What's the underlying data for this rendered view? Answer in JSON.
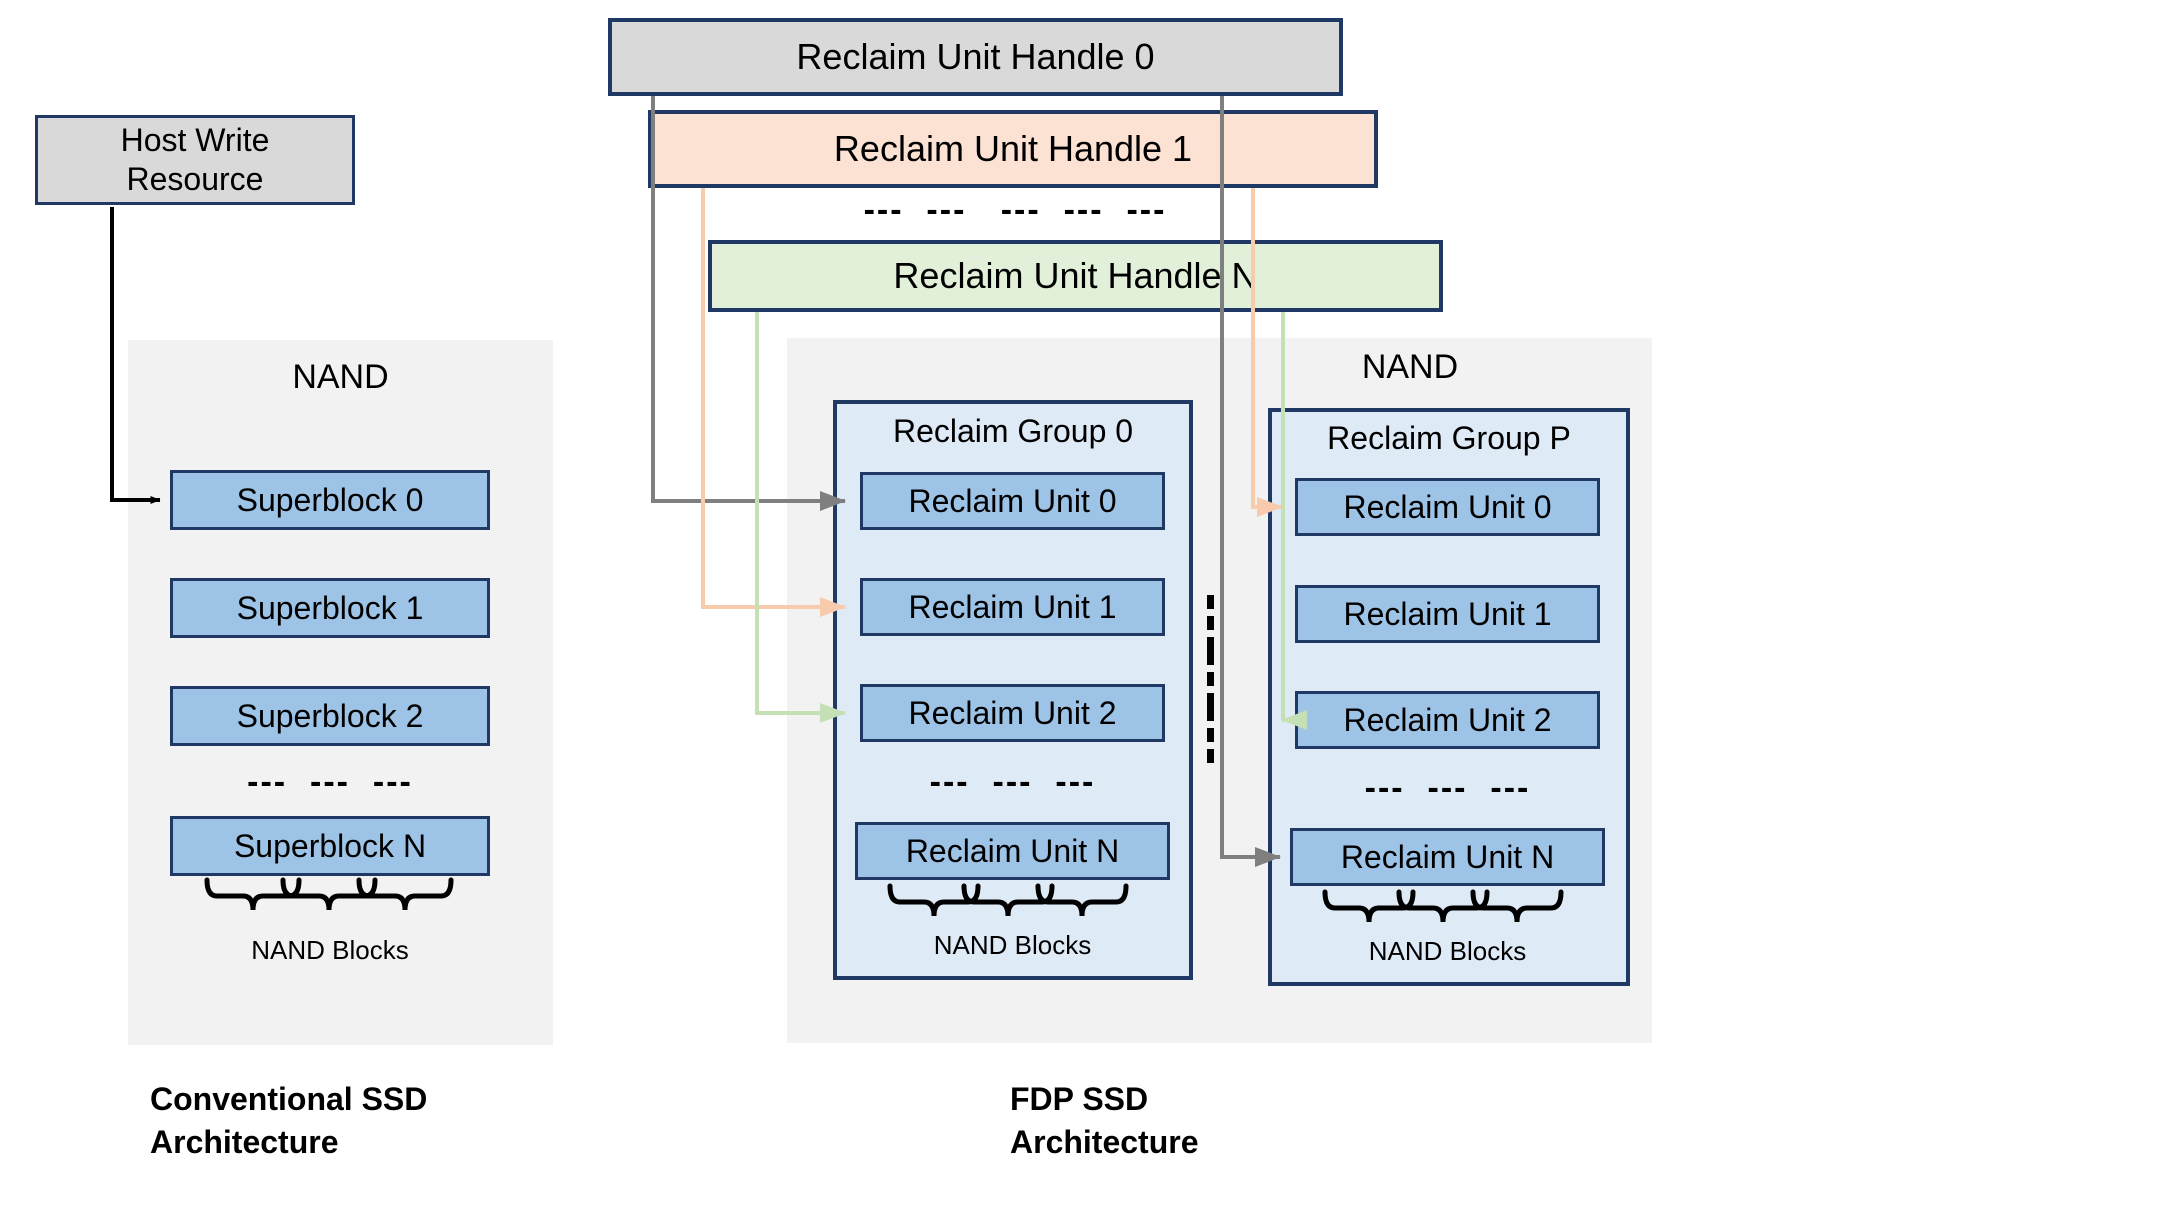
{
  "colors": {
    "border_navy": "#1f3864",
    "unit_fill": "#9dc3e6",
    "group_fill": "#deeaf6",
    "panel_gray": "#f2f2f2",
    "host_gray": "#d9d9d9",
    "handle0_fill": "#d9d9d9",
    "handle1_fill": "#fbe2d2",
    "handleN_fill": "#e2efd9",
    "arrow_gray": "#7f7f7f",
    "arrow_peach": "#f8cbad",
    "arrow_green": "#c5e0b4",
    "black": "#000000"
  },
  "left": {
    "host_box_label": "Host Write\nResource",
    "nand_label": "NAND",
    "superblocks": [
      "Superblock 0",
      "Superblock 1",
      "Superblock 2",
      "Superblock N"
    ],
    "dash_row": "---  ---  ---",
    "nand_blocks_label": "NAND Blocks",
    "caption": "Conventional SSD\nArchitecture"
  },
  "right": {
    "handles": [
      {
        "label": "Reclaim Unit Handle 0",
        "fill": "#d9d9d9"
      },
      {
        "label": "Reclaim Unit Handle 1",
        "fill": "#fbe2d2"
      },
      {
        "label": "Reclaim Unit Handle N",
        "fill": "#e2efd9"
      }
    ],
    "handle_dash_row": "---  ---   ---  ---  ---",
    "nand_label": "NAND",
    "groups": [
      {
        "title": "Reclaim Group 0",
        "units": [
          "Reclaim Unit 0",
          "Reclaim Unit 1",
          "Reclaim Unit 2",
          "Reclaim Unit N"
        ],
        "dash_row": "---  ---  ---",
        "nand_blocks_label": "NAND Blocks"
      },
      {
        "title": "Reclaim Group P",
        "units": [
          "Reclaim Unit 0",
          "Reclaim Unit 1",
          "Reclaim Unit 2",
          "Reclaim Unit N"
        ],
        "dash_row": "---  ---  ---",
        "nand_blocks_label": "NAND Blocks"
      }
    ],
    "caption": "FDP SSD\nArchitecture"
  }
}
